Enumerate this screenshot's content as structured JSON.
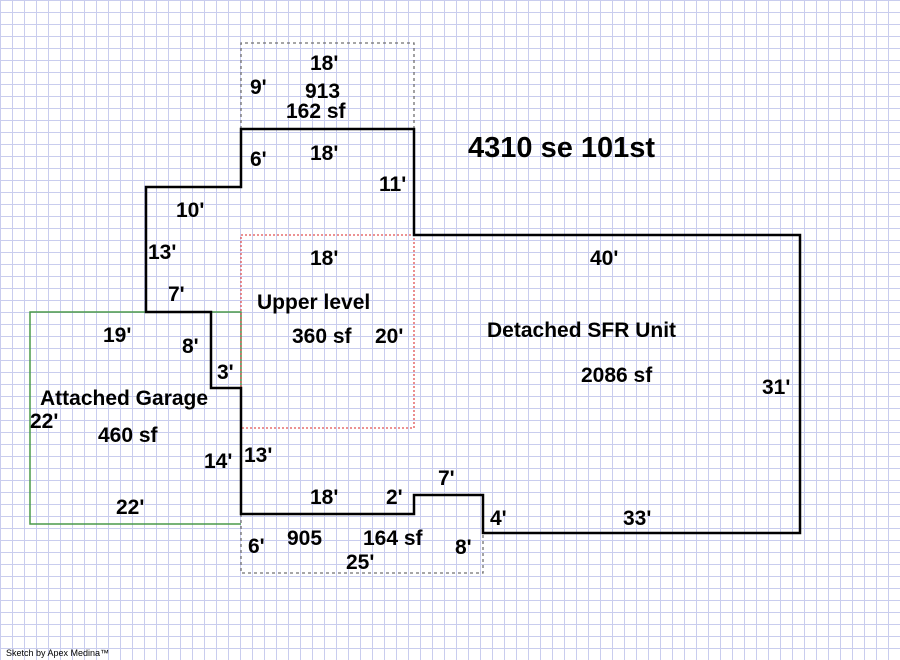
{
  "address": "4310 se 101st",
  "credit": "Sketch by Apex Medina™",
  "colors": {
    "main_outline": "#000000",
    "garage_outline": "#4a9a4a",
    "upper_outline": "#e05050",
    "porch_outline": "#707070",
    "grid_line": "#c9cdee"
  },
  "areas": {
    "main": {
      "label": "Detached SFR Unit",
      "sf": "2086 sf"
    },
    "garage": {
      "label": "Attached Garage",
      "sf": "460 sf"
    },
    "upper": {
      "label": "Upper level",
      "sf": "360 sf"
    },
    "top_porch": {
      "code": "913",
      "sf": "162 sf"
    },
    "bottom_porch": {
      "code": "905",
      "sf": "164 sf"
    }
  },
  "dims": {
    "top_porch_top": "18'",
    "top_porch_side": "9'",
    "main_top_short": "18'",
    "main_top_left": "6'",
    "main_upper_right": "11'",
    "main_left_top": "10'",
    "main_left_upper": "13'",
    "main_left_step": "7'",
    "main_left_step_down": "8'",
    "main_left_notch": "3'",
    "main_right_top": "40'",
    "main_right_side": "31'",
    "main_bottom_right": "33'",
    "main_bottom_step_up": "4'",
    "main_bottom_step_top": "7'",
    "main_bottom_step_left": "2'",
    "main_bottom_left": "18'",
    "main_left_lower": "13'",
    "upper_top": "18'",
    "upper_right": "20'",
    "garage_top": "19'",
    "garage_left": "22'",
    "garage_bottom": "22'",
    "garage_right": "14'",
    "bottom_porch_left": "6'",
    "bottom_porch_right": "8'",
    "bottom_porch_bottom": "25'"
  }
}
